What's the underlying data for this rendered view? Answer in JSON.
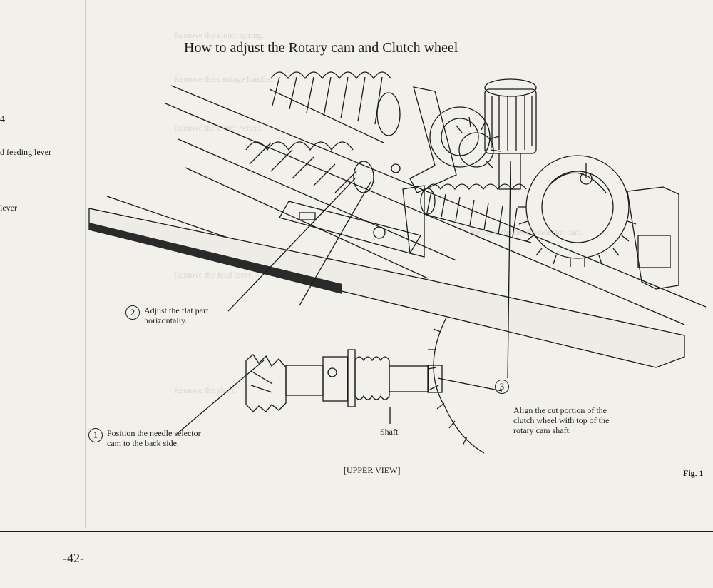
{
  "title": "How to adjust the Rotary cam and Clutch wheel",
  "left_margin": {
    "line1": "4",
    "line2": "d feeding lever",
    "line3": "lever"
  },
  "callouts": {
    "c1": {
      "number": "1",
      "text": "Position the needle selector cam to the back side."
    },
    "c2": {
      "number": "2",
      "text": "Adjust the flat part horizontally."
    },
    "c3": {
      "number": "3",
      "text": "Align the cut portion of the clutch wheel with top of the rotary cam shaft."
    }
  },
  "labels": {
    "shaft": "Shaft",
    "upper_view": "[UPPER VIEW]",
    "fig": "Fig. 1"
  },
  "page_number": "-42-",
  "bleed_text": {
    "l1": "Remove the clutch spring.",
    "l2": "Remove the carriage handle.",
    "l3": "Remove the clutch wheel.",
    "l4": "Remove the needle selector cam.",
    "l5": "Remove the feed lever.",
    "l6": "Remove the shaft."
  },
  "colors": {
    "paper": "#f1f0ea",
    "ink": "#1a1a1a",
    "bleed": "#d8d6cf"
  }
}
